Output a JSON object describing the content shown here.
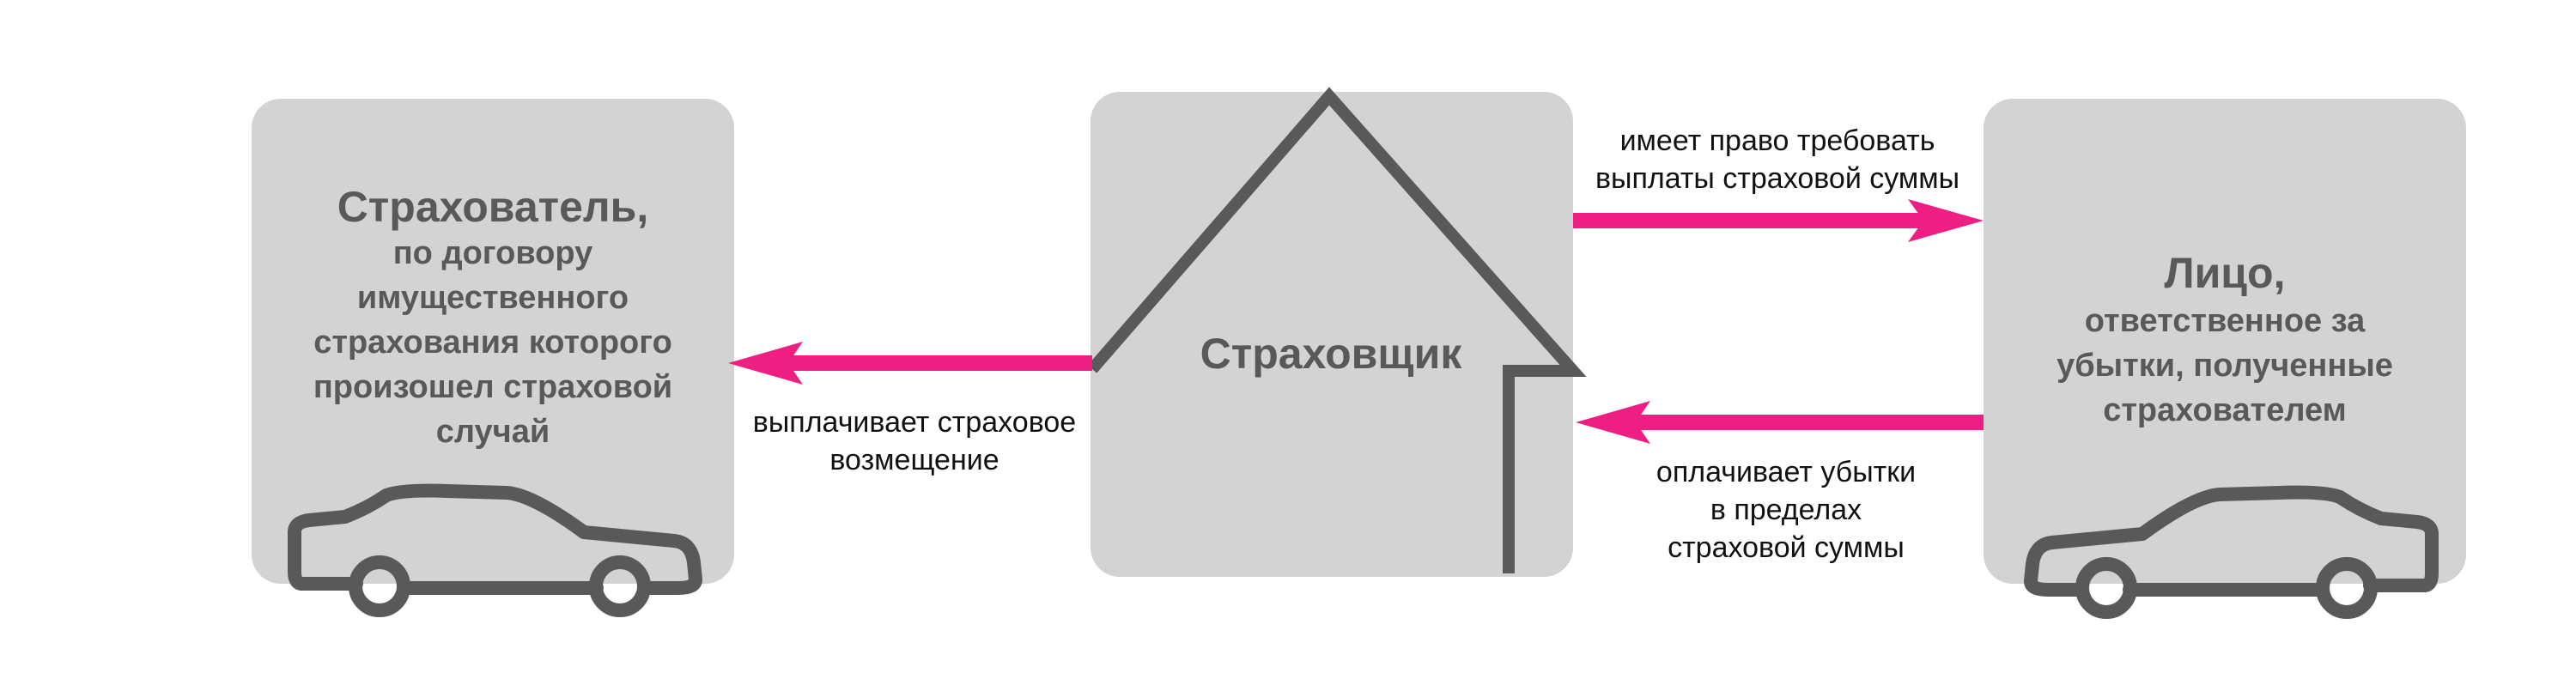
{
  "colors": {
    "card": "#d3d3d3",
    "outline": "#595959",
    "arrow": "#ee1e82",
    "label_text": "#111111"
  },
  "left_party": {
    "title": "Страхователь,",
    "description": [
      "по договору",
      "имущественного",
      "страхования которого",
      "произошел страховой",
      "случай"
    ],
    "icon": "car-icon"
  },
  "center_party": {
    "title": "Страховщик",
    "icon": "house-outline-icon"
  },
  "right_party": {
    "title": "Лицо",
    "comma": ",",
    "description": [
      "ответственное за",
      "убытки, полученные",
      "страхователем"
    ],
    "icon": "car-icon"
  },
  "arrows": {
    "to_left": {
      "lines": [
        "выплачивает страховое",
        "возмещение"
      ]
    },
    "to_right_top": {
      "lines": [
        "имеет право требовать",
        "выплаты страховой суммы"
      ]
    },
    "to_center_bottom": {
      "lines": [
        "оплачивает убытки",
        "в пределах",
        "страховой суммы"
      ]
    }
  }
}
